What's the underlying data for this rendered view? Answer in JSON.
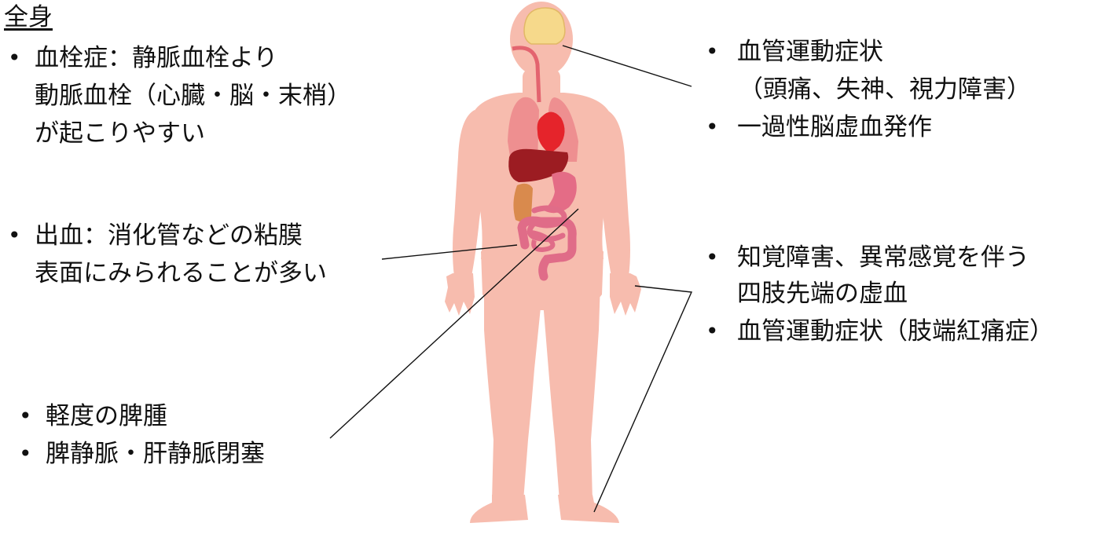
{
  "left_panel": {
    "heading": "全身",
    "items": [
      {
        "lines": [
          "血栓症：静脈血栓より",
          "動脈血栓（心臓・脳・末梢）",
          "が起こりやすい"
        ]
      },
      {
        "lines": [
          "出血：消化管などの粘膜",
          "表面にみられることが多い"
        ]
      }
    ]
  },
  "bottom_left_panel": {
    "items": [
      "軽度の脾腫",
      "脾静脈・肝静脈閉塞"
    ]
  },
  "right_top_panel": {
    "items": [
      {
        "lines": [
          "血管運動症状",
          "（頭痛、失神、視力障害）"
        ]
      },
      {
        "lines": [
          "一過性脳虚血発作"
        ]
      }
    ]
  },
  "right_bottom_panel": {
    "items": [
      {
        "lines": [
          "知覚障害、異常感覚を伴う",
          "四肢先端の虚血"
        ]
      },
      {
        "lines": [
          "血管運動症状（肢端紅痛症）"
        ]
      }
    ]
  },
  "colors": {
    "body": "#f7bcae",
    "brain": "#f6d98b",
    "lungs": "#ee8f90",
    "heart": "#e5242b",
    "liver": "#9c1c22",
    "stomach": "#e46c86",
    "pancreas": "#d98a4d",
    "intestine": "#e06c88",
    "leader_line": "#111111"
  },
  "icons": {
    "figure": "human-body-anatomy-icon"
  }
}
